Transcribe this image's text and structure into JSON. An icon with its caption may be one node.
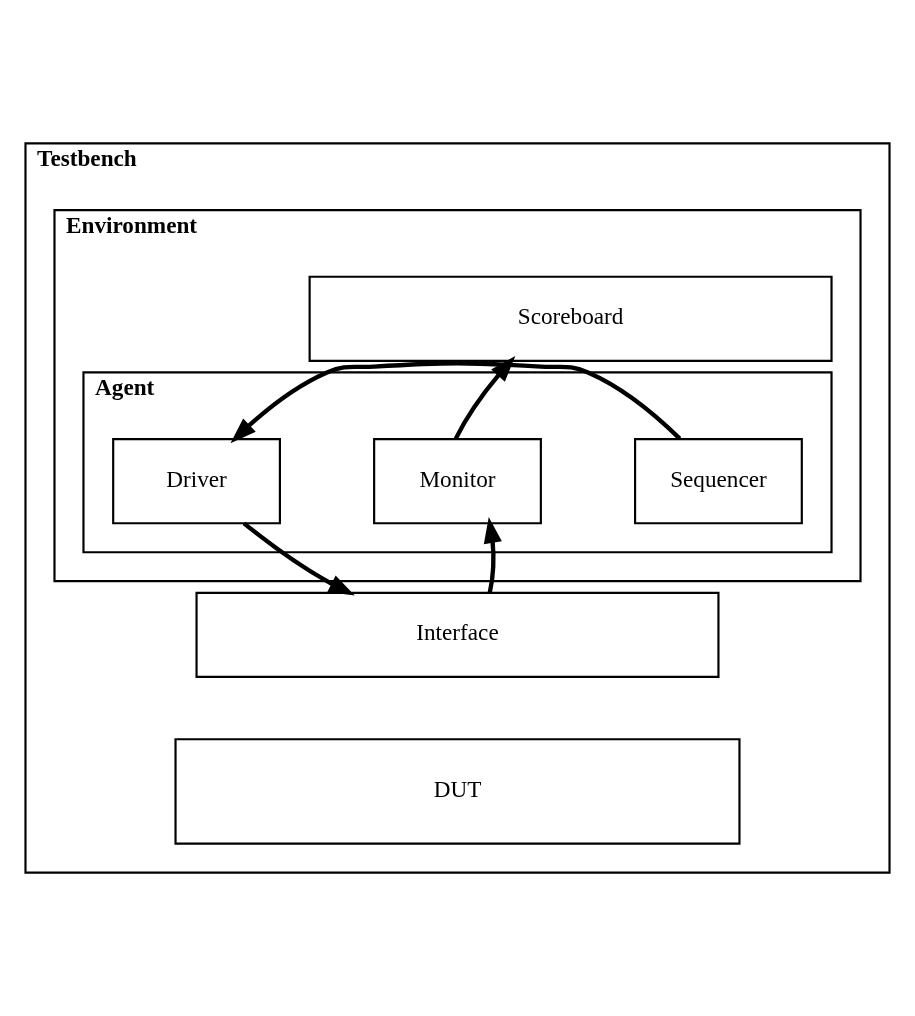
{
  "diagram": {
    "nodes": [
      {
        "text": [
          "Testbench"
        ]
      },
      {
        "text": [
          "Environment"
        ],
        "in": 0
      },
      {
        "text": [
          "Scoreboard"
        ],
        "in": 1
      },
      {
        "text": [
          "Agent"
        ],
        "in": 1
      },
      {
        "text": [
          "Sequencer"
        ],
        "in": 3
      },
      {
        "text": [
          "Monitor"
        ],
        "in": 3
      },
      {
        "text": [
          "Driver"
        ],
        "in": 3
      },
      {
        "text": [
          "Interface"
        ],
        "in": 0
      },
      {
        "text": [
          "DUT"
        ],
        "in": 0
      }
    ],
    "edges": [
      {
        "from": 5,
        "to": 2,
        "arrow": "to"
      },
      {
        "from": 4,
        "to": 6,
        "arrow": "to"
      },
      {
        "from": 7,
        "to": 5,
        "arrow": "to"
      },
      {
        "from": 6,
        "to": 7,
        "arrow": "to"
      }
    ]
  }
}
